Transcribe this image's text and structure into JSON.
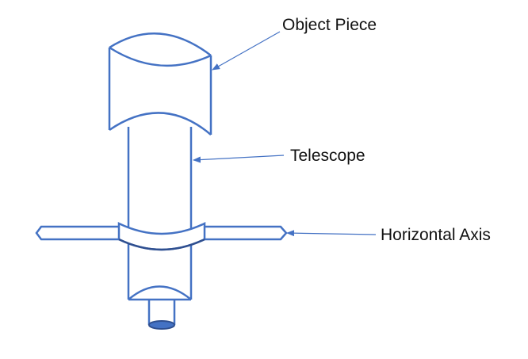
{
  "labels": {
    "object_piece": "Object Piece",
    "telescope": "Telescope",
    "horizontal_axis": "Horizontal Axis"
  },
  "colors": {
    "stroke": "#4472c4",
    "stroke_dark": "#2f4f8f",
    "fill_eyepiece": "#4472c4",
    "background": "#ffffff",
    "text": "#111111"
  }
}
